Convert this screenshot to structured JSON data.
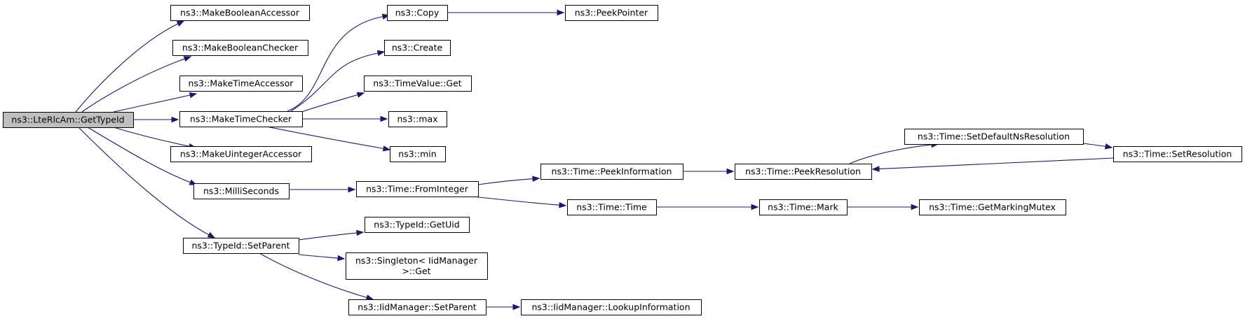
{
  "graph": {
    "nodes": [
      {
        "id": "root",
        "lines": [
          "ns3::LteRlcAm::GetTypeId"
        ],
        "root": true
      },
      {
        "id": "mba",
        "lines": [
          "ns3::MakeBooleanAccessor"
        ]
      },
      {
        "id": "mbc",
        "lines": [
          "ns3::MakeBooleanChecker"
        ]
      },
      {
        "id": "mta",
        "lines": [
          "ns3::MakeTimeAccessor"
        ]
      },
      {
        "id": "mtc",
        "lines": [
          "ns3::MakeTimeChecker"
        ]
      },
      {
        "id": "mua",
        "lines": [
          "ns3::MakeUintegerAccessor"
        ]
      },
      {
        "id": "ms",
        "lines": [
          "ns3::MilliSeconds"
        ]
      },
      {
        "id": "tsp",
        "lines": [
          "ns3::TypeId::SetParent"
        ]
      },
      {
        "id": "copy",
        "lines": [
          "ns3::Copy"
        ]
      },
      {
        "id": "peekptr",
        "lines": [
          "ns3::PeekPointer"
        ]
      },
      {
        "id": "create",
        "lines": [
          "ns3::Create"
        ]
      },
      {
        "id": "tvget",
        "lines": [
          "ns3::TimeValue::Get"
        ]
      },
      {
        "id": "max",
        "lines": [
          "ns3::max"
        ]
      },
      {
        "id": "min",
        "lines": [
          "ns3::min"
        ]
      },
      {
        "id": "fromint",
        "lines": [
          "ns3::Time::FromInteger"
        ]
      },
      {
        "id": "peekinfo",
        "lines": [
          "ns3::Time::PeekInformation"
        ]
      },
      {
        "id": "peekres",
        "lines": [
          "ns3::Time::PeekResolution"
        ]
      },
      {
        "id": "setdef",
        "lines": [
          "ns3::Time::SetDefaultNsResolution"
        ]
      },
      {
        "id": "setres",
        "lines": [
          "ns3::Time::SetResolution"
        ]
      },
      {
        "id": "timetime",
        "lines": [
          "ns3::Time::Time"
        ]
      },
      {
        "id": "mark",
        "lines": [
          "ns3::Time::Mark"
        ]
      },
      {
        "id": "getmutex",
        "lines": [
          "ns3::Time::GetMarkingMutex"
        ]
      },
      {
        "id": "getuid",
        "lines": [
          "ns3::TypeId::GetUid"
        ]
      },
      {
        "id": "singleton",
        "lines": [
          "ns3::Singleton< IidManager",
          ">::Get"
        ]
      },
      {
        "id": "iidset",
        "lines": [
          "ns3::IidManager::SetParent"
        ]
      },
      {
        "id": "lookup",
        "lines": [
          "ns3::IidManager::LookupInformation"
        ]
      }
    ],
    "edges": [
      {
        "from": "root",
        "to": "mba"
      },
      {
        "from": "root",
        "to": "mbc"
      },
      {
        "from": "root",
        "to": "mta"
      },
      {
        "from": "root",
        "to": "mtc"
      },
      {
        "from": "root",
        "to": "mua"
      },
      {
        "from": "root",
        "to": "ms"
      },
      {
        "from": "root",
        "to": "tsp"
      },
      {
        "from": "mtc",
        "to": "copy"
      },
      {
        "from": "mtc",
        "to": "create"
      },
      {
        "from": "mtc",
        "to": "tvget"
      },
      {
        "from": "mtc",
        "to": "max"
      },
      {
        "from": "mtc",
        "to": "min"
      },
      {
        "from": "copy",
        "to": "peekptr"
      },
      {
        "from": "ms",
        "to": "fromint"
      },
      {
        "from": "fromint",
        "to": "peekinfo"
      },
      {
        "from": "fromint",
        "to": "timetime"
      },
      {
        "from": "peekinfo",
        "to": "peekres"
      },
      {
        "from": "peekres",
        "to": "setdef"
      },
      {
        "from": "setdef",
        "to": "setres"
      },
      {
        "from": "setres",
        "to": "peekres"
      },
      {
        "from": "timetime",
        "to": "mark"
      },
      {
        "from": "mark",
        "to": "getmutex"
      },
      {
        "from": "tsp",
        "to": "getuid"
      },
      {
        "from": "tsp",
        "to": "singleton"
      },
      {
        "from": "tsp",
        "to": "iidset"
      },
      {
        "from": "iidset",
        "to": "lookup"
      }
    ]
  },
  "colors": {
    "edge": "#191970",
    "root_fill": "#bfbfbf",
    "node_fill": "#ffffff",
    "border": "#000000"
  }
}
